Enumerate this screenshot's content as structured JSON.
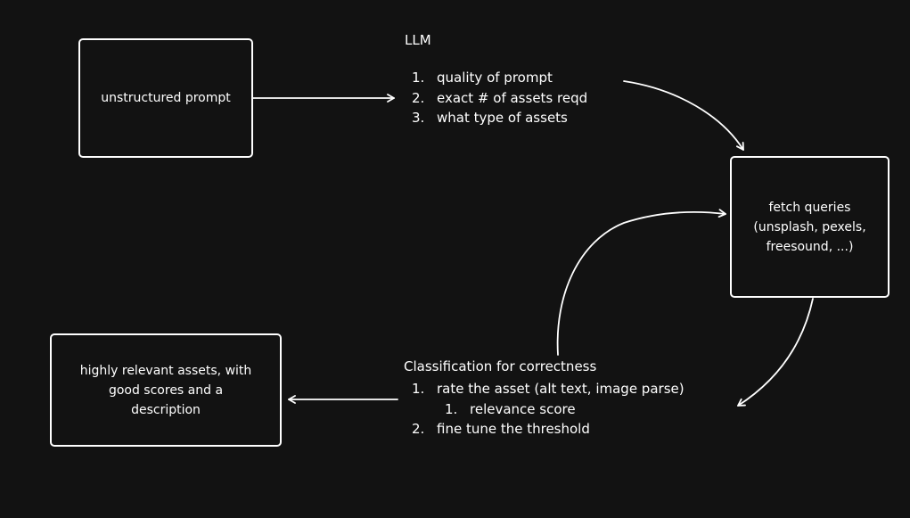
{
  "background": "#121212",
  "stroke": "#ffffff",
  "nodes": {
    "prompt": "unstructured prompt",
    "fetch": [
      "fetch queries",
      "(unsplash, pexels,",
      "freesound, ...)"
    ],
    "output": [
      "highly relevant assets, with",
      "good scores and a",
      "description"
    ]
  },
  "llm": {
    "title": "LLM",
    "items": [
      {
        "num": "1.",
        "text": "quality of prompt"
      },
      {
        "num": "2.",
        "text": "exact # of assets reqd"
      },
      {
        "num": "3.",
        "text": "what type of assets"
      }
    ]
  },
  "classification": {
    "title": "Classification for correctness",
    "items": [
      {
        "num": "1.",
        "text": "rate the asset (alt text, image parse)"
      },
      {
        "num": "1.",
        "text": "relevance score"
      },
      {
        "num": "2.",
        "text": "fine tune the threshold"
      }
    ]
  }
}
